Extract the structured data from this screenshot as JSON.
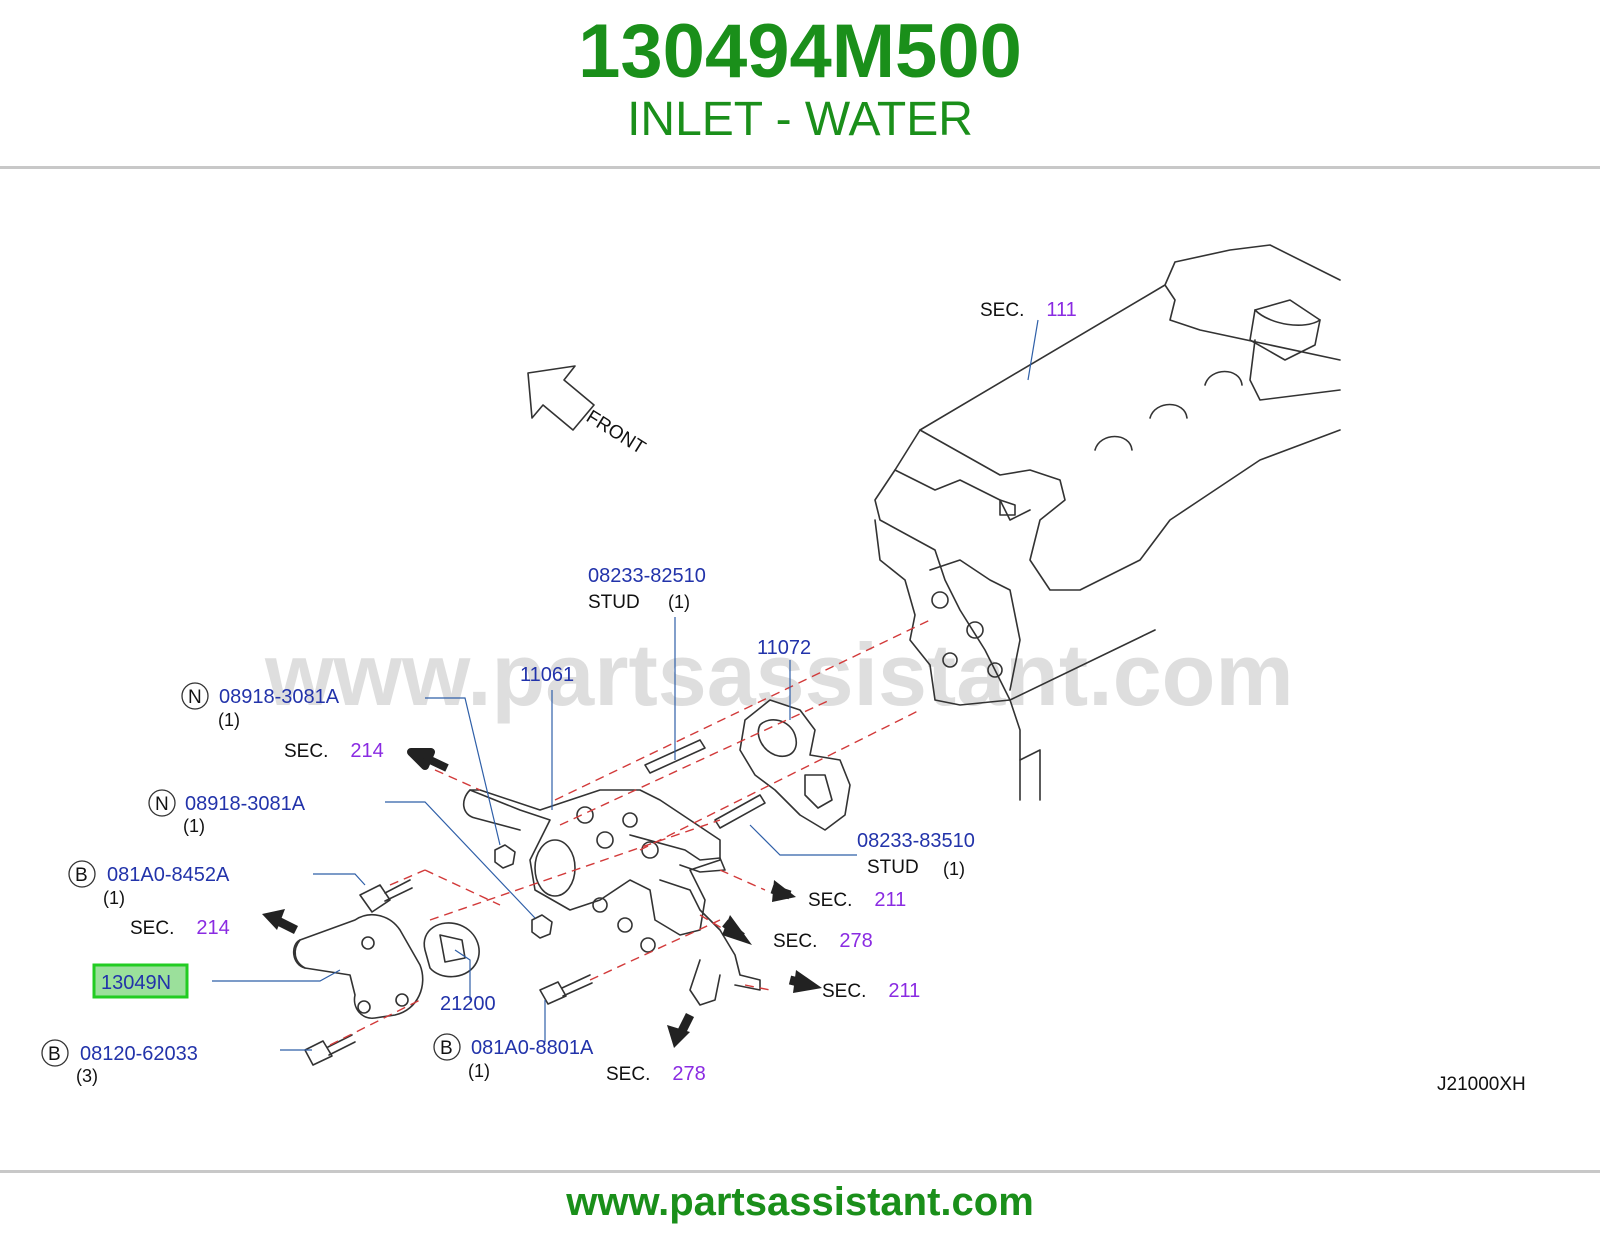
{
  "header": {
    "part_number": "130494M500",
    "title": "INLET - WATER"
  },
  "diagram": {
    "watermark": "www.partsassistant.com",
    "front_label": "FRONT",
    "drawing_code": "J21000XH",
    "callouts": {
      "sec111": {
        "prefix": "SEC.",
        "num": "111"
      },
      "stud1_pn": "08233-82510",
      "stud1_name": "STUD",
      "stud1_qty": "(1)",
      "p11072": "11072",
      "p11061": "11061",
      "n1_badge": "N",
      "n1_pn": "08918-3081A",
      "n1_qty": "(1)",
      "sec214a": {
        "prefix": "SEC.",
        "num": "214"
      },
      "n2_badge": "N",
      "n2_pn": "08918-3081A",
      "n2_qty": "(1)",
      "stud2_pn": "08233-83510",
      "stud2_name": "STUD",
      "stud2_qty": "(1)",
      "b1_badge": "B",
      "b1_pn": "081A0-8452A",
      "b1_qty": "(1)",
      "sec211a": {
        "prefix": "SEC.",
        "num": "211"
      },
      "sec214b": {
        "prefix": "SEC.",
        "num": "214"
      },
      "sec278a": {
        "prefix": "SEC.",
        "num": "278"
      },
      "highlight_pn": "13049N",
      "p21200": "21200",
      "sec211b": {
        "prefix": "SEC.",
        "num": "211"
      },
      "b2_badge": "B",
      "b2_pn": "08120-62033",
      "b2_qty": "(3)",
      "b3_badge": "B",
      "b3_pn": "081A0-8801A",
      "b3_qty": "(1)",
      "sec278b": {
        "prefix": "SEC.",
        "num": "278"
      }
    }
  },
  "footer": {
    "url": "www.partsassistant.com"
  },
  "colors": {
    "brand_green": "#1a8f1a",
    "part_blue": "#2233aa",
    "section_purple": "#8a2be2",
    "highlight_green": "#22cc22"
  }
}
